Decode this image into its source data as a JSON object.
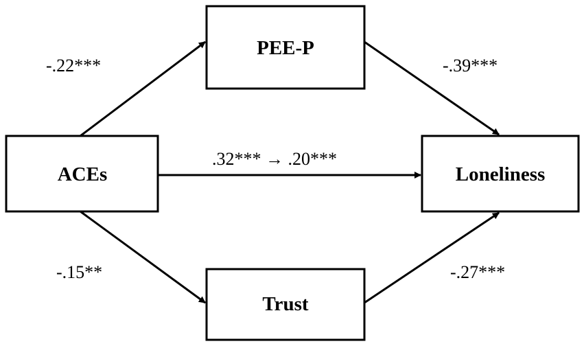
{
  "nodes": {
    "pee_p": {
      "label": "PEE-P"
    },
    "aces": {
      "label": "ACEs"
    },
    "loneliness": {
      "label": "Loneliness"
    },
    "trust": {
      "label": "Trust"
    }
  },
  "paths": {
    "aces_to_pee_p": {
      "coefficient": "-.22***"
    },
    "pee_p_to_loneliness": {
      "coefficient": "-.39***"
    },
    "aces_to_loneliness": {
      "coefficient": ".32*** → .20***"
    },
    "aces_to_trust": {
      "coefficient": "-.15**"
    },
    "trust_to_loneliness": {
      "coefficient": "-.27***"
    }
  }
}
